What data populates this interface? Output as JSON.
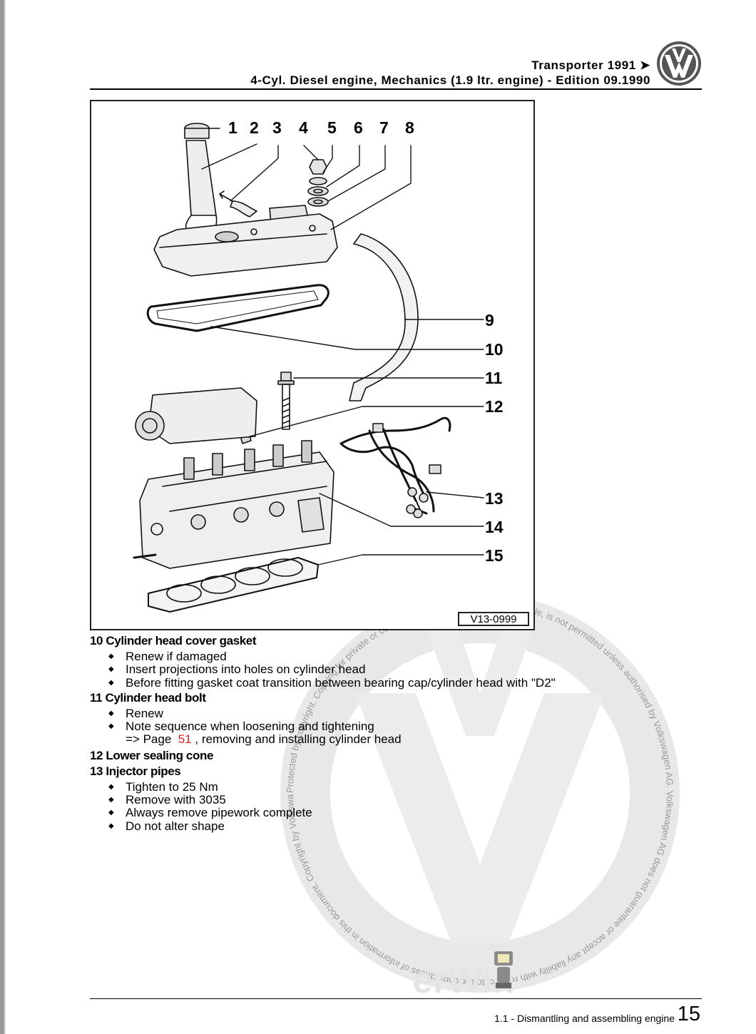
{
  "header": {
    "model": "Transporter 1991 ➤",
    "subtitle": "4-Cyl. Diesel engine, Mechanics (1.9 ltr. engine) - Edition 09.1990"
  },
  "figure": {
    "code": "V13-0999",
    "callouts": [
      "1",
      "2",
      "3",
      "4",
      "5",
      "6",
      "7",
      "8",
      "9",
      "10",
      "11",
      "12",
      "13",
      "14",
      "15"
    ]
  },
  "watermark": {
    "ring_text": "Protected by copyright. Copying for private or commercial purposes, in part or in whole, is not permitted unless authorised by Volkswagen AG. Volkswagen AG does not guarantee or accept any liability with respect to the correctness of information in this document. Copyright by Volkswagen AG.",
    "brand_text": "erWin"
  },
  "items": [
    {
      "title": "10 Cylinder head cover gasket",
      "bullets": [
        "Renew if damaged",
        "Insert projections into holes on cylinder head",
        "Before fitting gasket coat transition between bearing cap/cylinder head with \"D2\""
      ]
    },
    {
      "title": "11 Cylinder head bolt",
      "bullets": [
        "Renew",
        "Note sequence when loosening and tightening"
      ],
      "ref_prefix": "=> Page",
      "ref_page": "51",
      "ref_suffix": ", removing and installing cylinder head"
    },
    {
      "title": "12 Lower sealing cone"
    },
    {
      "title": "13 Injector pipes",
      "bullets": [
        "Tighten to 25 Nm",
        "Remove with 3035",
        "Always remove pipework complete",
        "Do not alter shape"
      ]
    }
  ],
  "footer": {
    "section": "1.1 - Dismantling and assembling engine",
    "page": "15"
  }
}
